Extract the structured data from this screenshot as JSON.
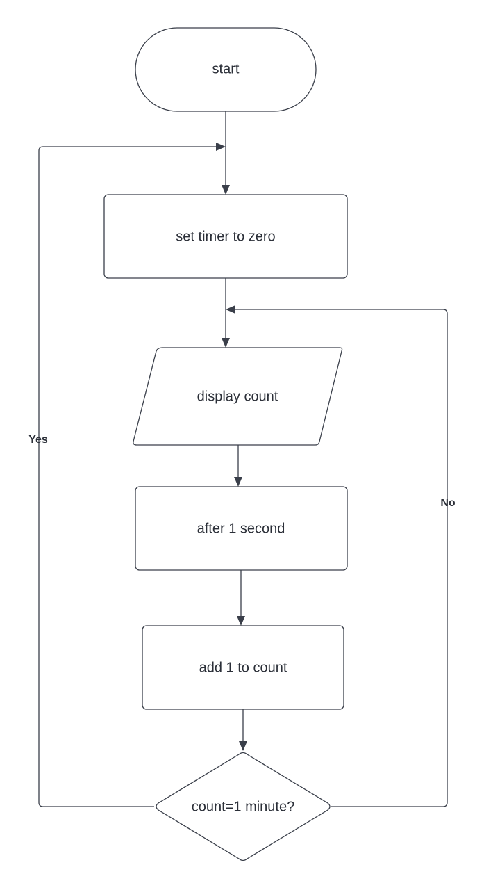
{
  "nodes": {
    "start": {
      "label": "start",
      "shape": "terminator"
    },
    "set_timer": {
      "label": "set timer to zero",
      "shape": "process"
    },
    "display_count": {
      "label": "display count",
      "shape": "input-output"
    },
    "after_second": {
      "label": "after 1 second",
      "shape": "process"
    },
    "add_one": {
      "label": "add 1 to count",
      "shape": "process"
    },
    "decision": {
      "label": "count=1 minute?",
      "shape": "decision"
    }
  },
  "edges": {
    "yes_label": "Yes",
    "no_label": "No"
  },
  "colors": {
    "stroke": "#3a3f4a",
    "text": "#2b2f38",
    "background": "#ffffff"
  }
}
